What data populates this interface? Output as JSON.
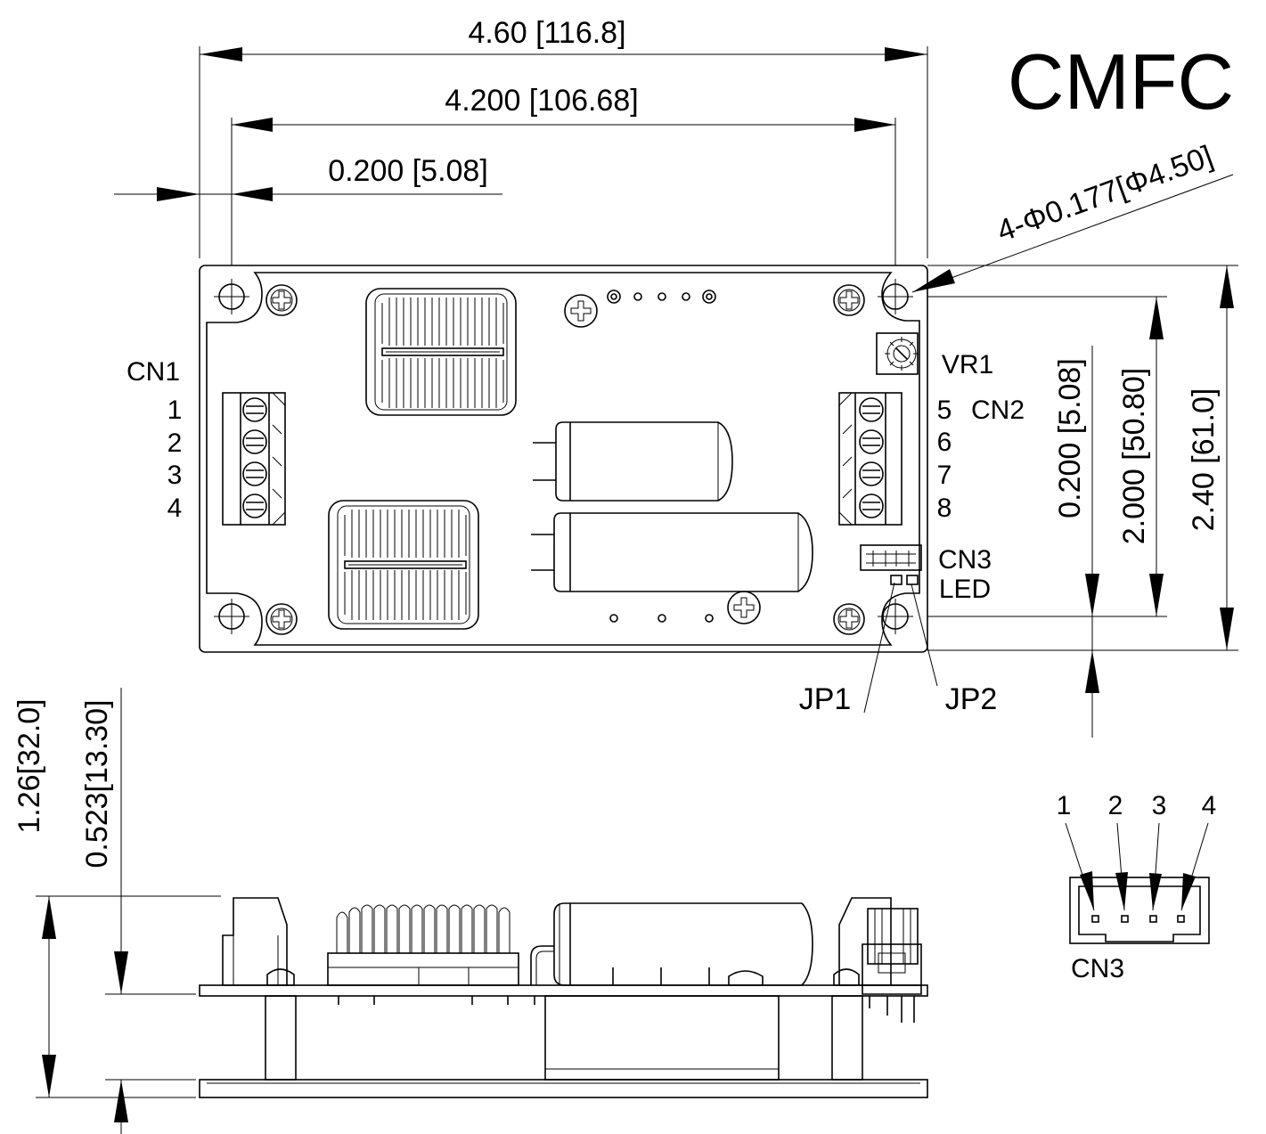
{
  "title": "CMFC",
  "dims": {
    "overall_width": "4.60 [116.8]",
    "hole_spacing_width": "4.200 [106.68]",
    "hole_offset_x": "0.200 [5.08]",
    "hole_spec": "4-Φ0.177[Φ4.50]",
    "hole_offset_y": "0.200 [5.08]",
    "hole_spacing_height": "2.000 [50.80]",
    "overall_height": "2.40 [61.0]",
    "total_thickness": "1.26[32.0]",
    "board_thickness": "0.523[13.30]"
  },
  "labels": {
    "cn1": "CN1",
    "cn1_pins": [
      "1",
      "2",
      "3",
      "4"
    ],
    "cn2": "CN2",
    "cn2_pins": [
      "5",
      "6",
      "7",
      "8"
    ],
    "vr1": "VR1",
    "cn3": "CN3",
    "led": "LED",
    "jp1": "JP1",
    "jp2": "JP2"
  },
  "cn3_detail": {
    "pins": [
      "1",
      "2",
      "3",
      "4"
    ],
    "label": "CN3"
  }
}
